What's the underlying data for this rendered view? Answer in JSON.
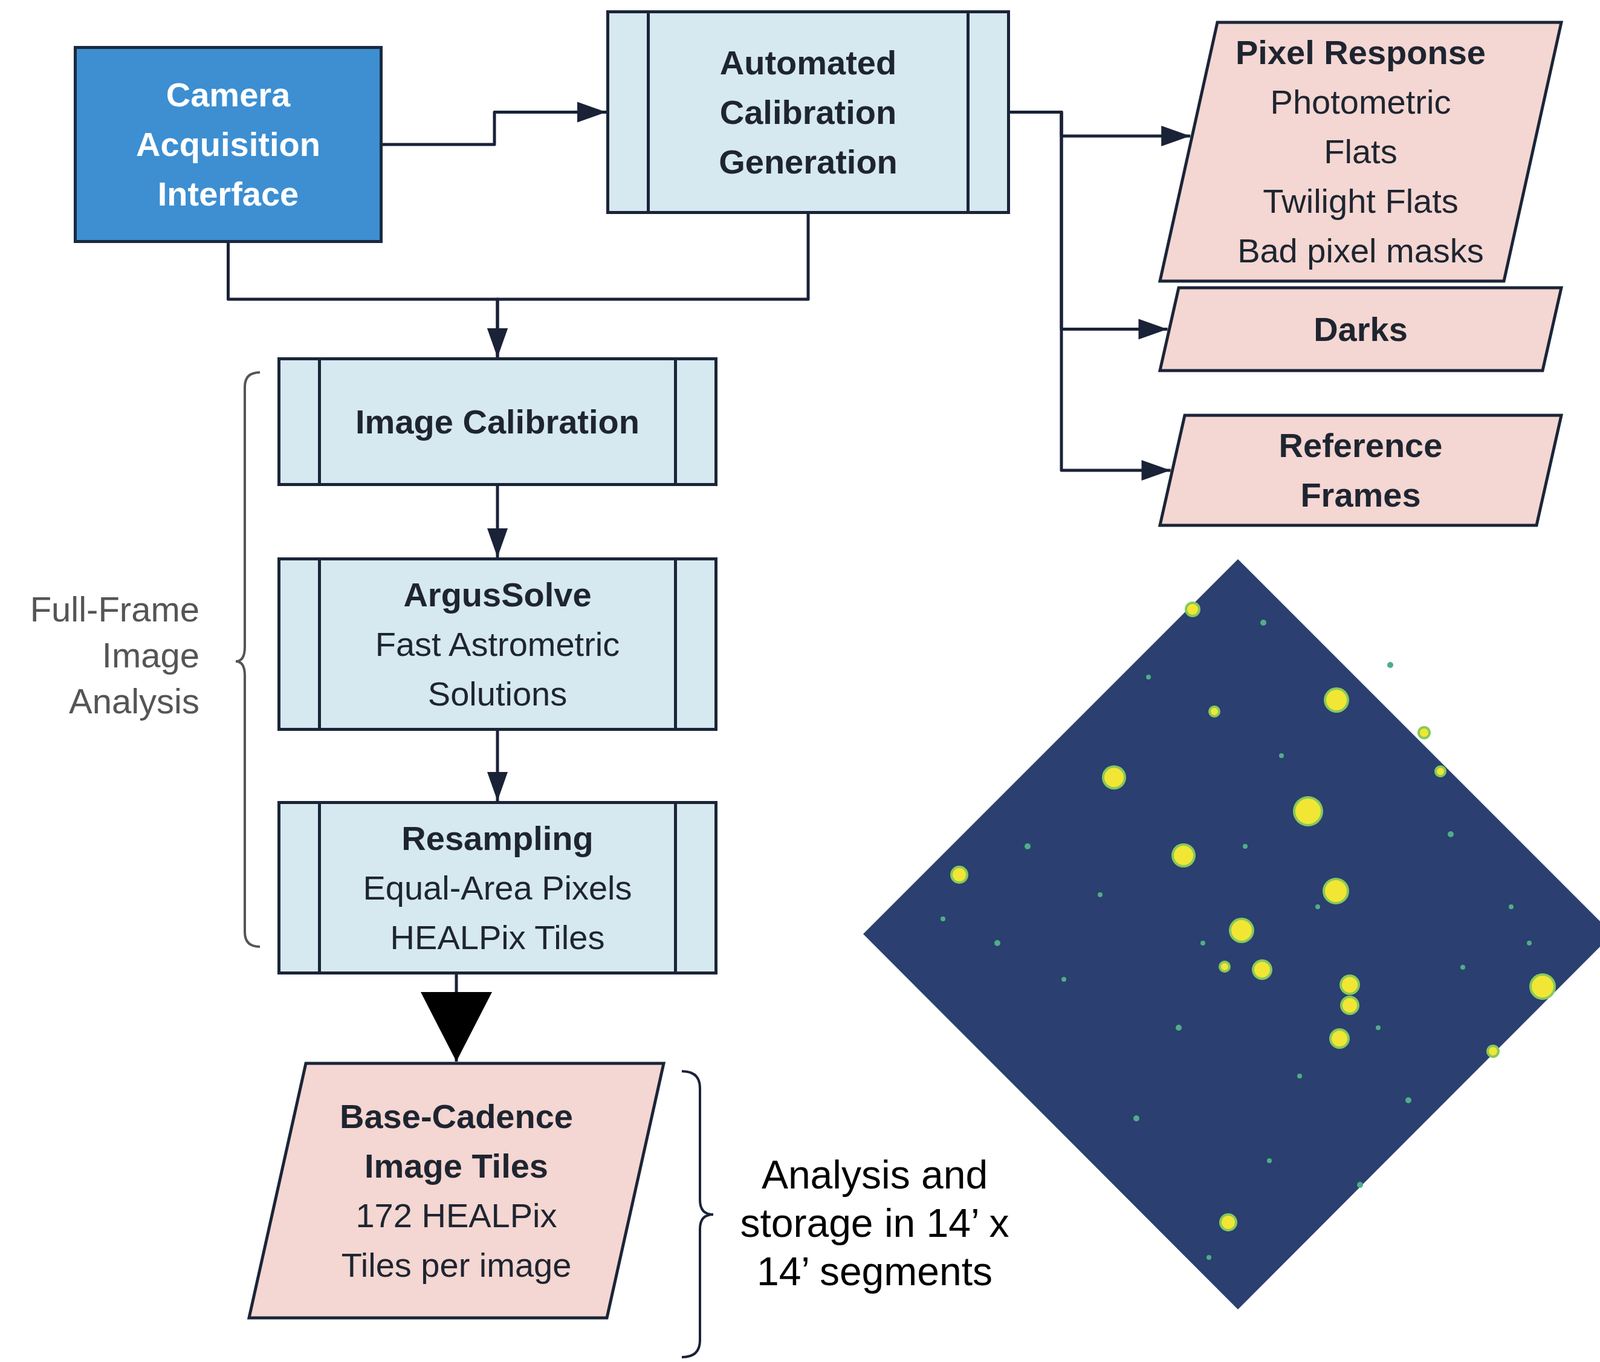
{
  "diagram": {
    "nodes": [
      {
        "text": [
          "Camera Acquisition Interface"
        ]
      },
      {
        "text": [
          "Automated Calibration Generation"
        ]
      },
      {
        "text": [
          "Pixel Response",
          "Photometric Flats",
          "Twilight Flats",
          "Bad pixel masks"
        ]
      },
      {
        "text": [
          "Darks"
        ]
      },
      {
        "text": [
          "Reference Frames"
        ]
      },
      {
        "text": [
          "Image Calibration"
        ]
      },
      {
        "text": [
          "ArgusSolve",
          "Fast Astrometric Solutions"
        ]
      },
      {
        "text": [
          "Resampling",
          "Equal-Area Pixels",
          "HEALPix Tiles"
        ]
      },
      {
        "text": [
          "Base-Cadence Image Tiles",
          "172 HEALPix Tiles per image"
        ]
      }
    ],
    "edges": [
      {
        "from": 0,
        "to": 1,
        "arrow": "to"
      },
      {
        "from": 1,
        "to": 2,
        "arrow": "to"
      },
      {
        "from": 1,
        "to": 3,
        "arrow": "to"
      },
      {
        "from": 1,
        "to": 4,
        "arrow": "to"
      },
      {
        "from": 0,
        "to": 5,
        "arrow": "to"
      },
      {
        "from": 1,
        "to": 5,
        "arrow": "to"
      },
      {
        "from": 5,
        "to": 6,
        "arrow": "to"
      },
      {
        "from": 6,
        "to": 7,
        "arrow": "to"
      },
      {
        "from": 7,
        "to": 8,
        "arrow": "to"
      }
    ],
    "labels": [
      "Full-Frame Image Analysis",
      "Analysis and storage in 14’ x 14’ segments"
    ]
  }
}
